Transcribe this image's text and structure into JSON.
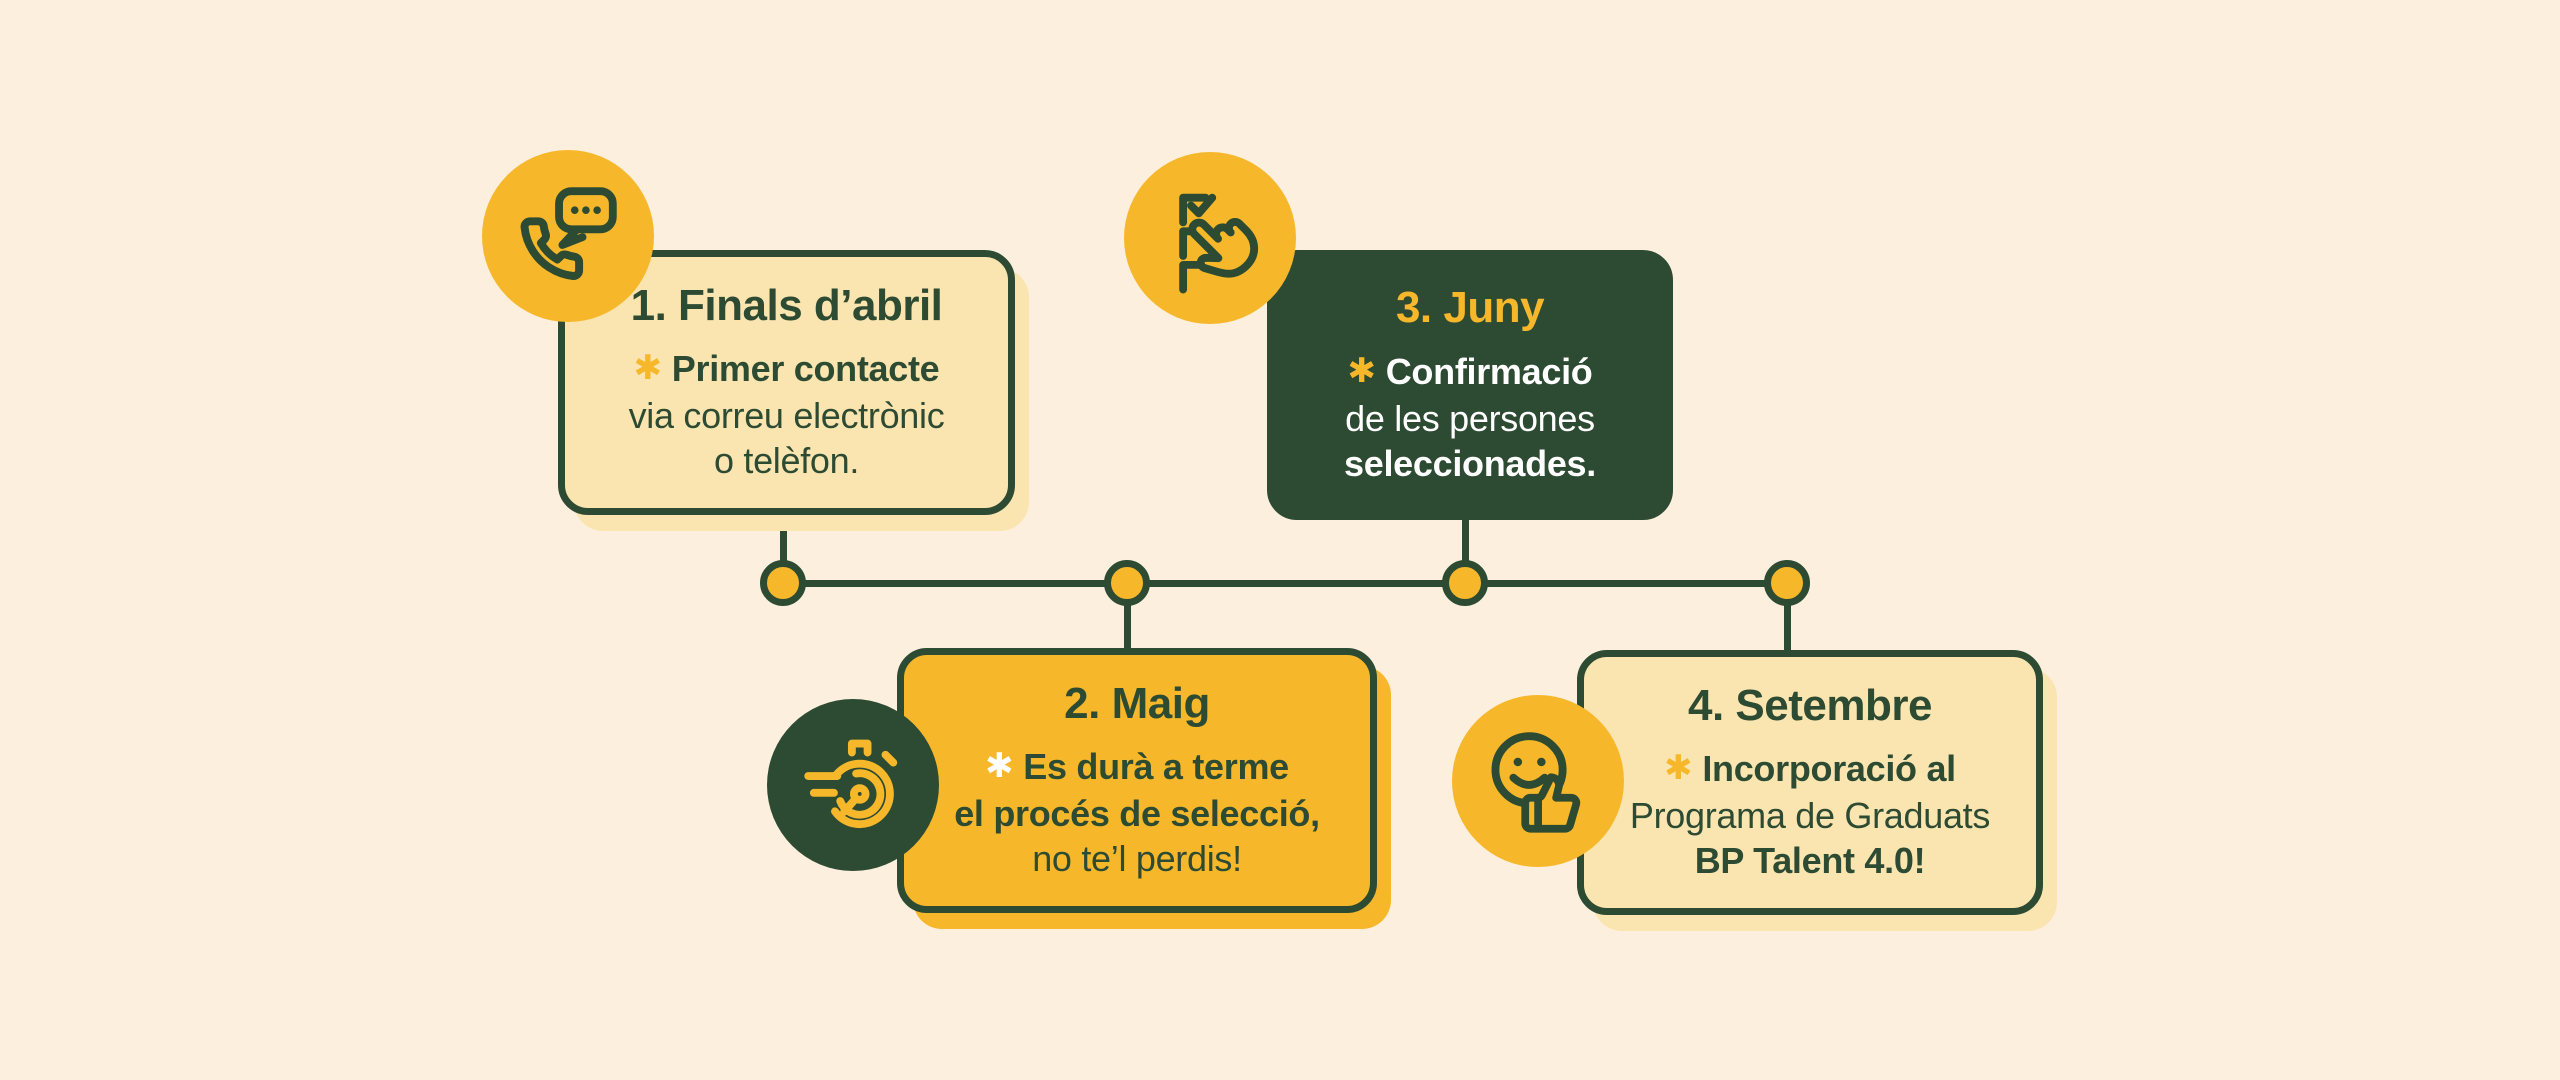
{
  "infographic": {
    "language": "ca",
    "type": "timeline",
    "asterisk_char": "✱",
    "colors": {
      "background": "#FCEFDE",
      "cream_card": "#FAE5B0",
      "yellow": "#F6B82A",
      "dark_green": "#2D4A32",
      "white": "#FFFFFF"
    },
    "timeline": {
      "dot_count": 4,
      "dot_color": "#F6B82A",
      "line_color": "#2D4A32"
    },
    "steps": [
      {
        "title": "1. Finals d’abril",
        "icon": "phone-message-icon",
        "card_style": "cream",
        "position": "above-line",
        "lines": [
          "Primer contacte",
          "via correu electrònic",
          "o telèfon."
        ],
        "bold_lines": [
          true,
          false,
          false
        ],
        "asterisk_color": "yellow"
      },
      {
        "title": "2. Maig",
        "icon": "stopwatch-icon",
        "card_style": "yellow",
        "position": "below-line",
        "lines": [
          "Es durà a terme",
          "el procés de selecció,",
          "no te’l perdis!"
        ],
        "bold_lines": [
          true,
          true,
          false
        ],
        "asterisk_color": "white"
      },
      {
        "title": "3. Juny",
        "icon": "checklist-hand-icon",
        "card_style": "green",
        "position": "above-line",
        "lines": [
          "Confirmació",
          "de les persones",
          "seleccionades."
        ],
        "bold_lines": [
          true,
          false,
          true
        ],
        "asterisk_color": "yellow"
      },
      {
        "title": "4. Setembre",
        "icon": "smiley-thumbs-up-icon",
        "card_style": "cream",
        "position": "below-line",
        "lines": [
          "Incorporació al",
          "Programa de Graduats",
          "BP Talent 4.0!"
        ],
        "bold_lines": [
          true,
          false,
          true
        ],
        "asterisk_color": "yellow"
      }
    ]
  }
}
